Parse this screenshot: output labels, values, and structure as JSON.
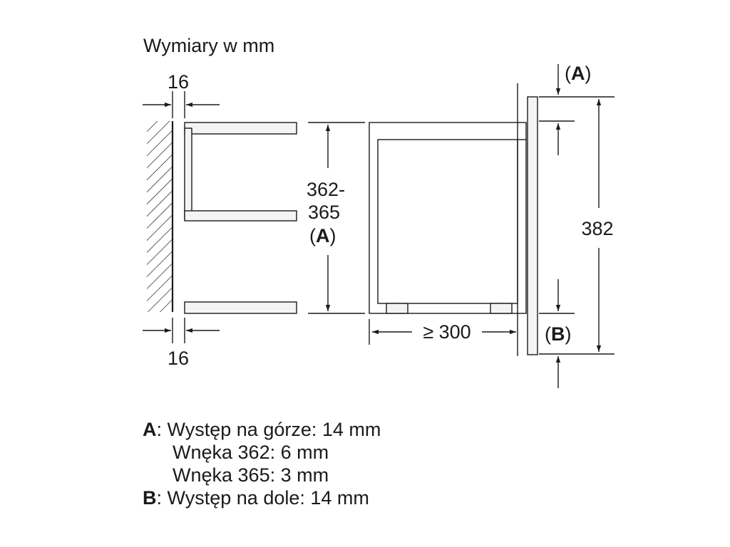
{
  "title": "Wymiary w mm",
  "dimensions": {
    "side_top_gap": "16",
    "side_bottom_gap": "16",
    "niche_height_line1": "362-",
    "niche_height_line2": "365",
    "niche_height_ref": "A",
    "depth_min": "≥ 300",
    "total_height": "382",
    "ref_top": "A",
    "ref_bottom": "B"
  },
  "legend": {
    "a_key": "A",
    "a_text": ": Występ na górze: 14 mm",
    "a_line2": "Wnęka 362: 6 mm",
    "a_line3": "Wnęka 365: 3 mm",
    "b_key": "B",
    "b_text": ": Występ na dole: 14 mm"
  },
  "colors": {
    "line": "#1a1a1a",
    "panel": "#f4f4f4",
    "background": "#ffffff"
  }
}
